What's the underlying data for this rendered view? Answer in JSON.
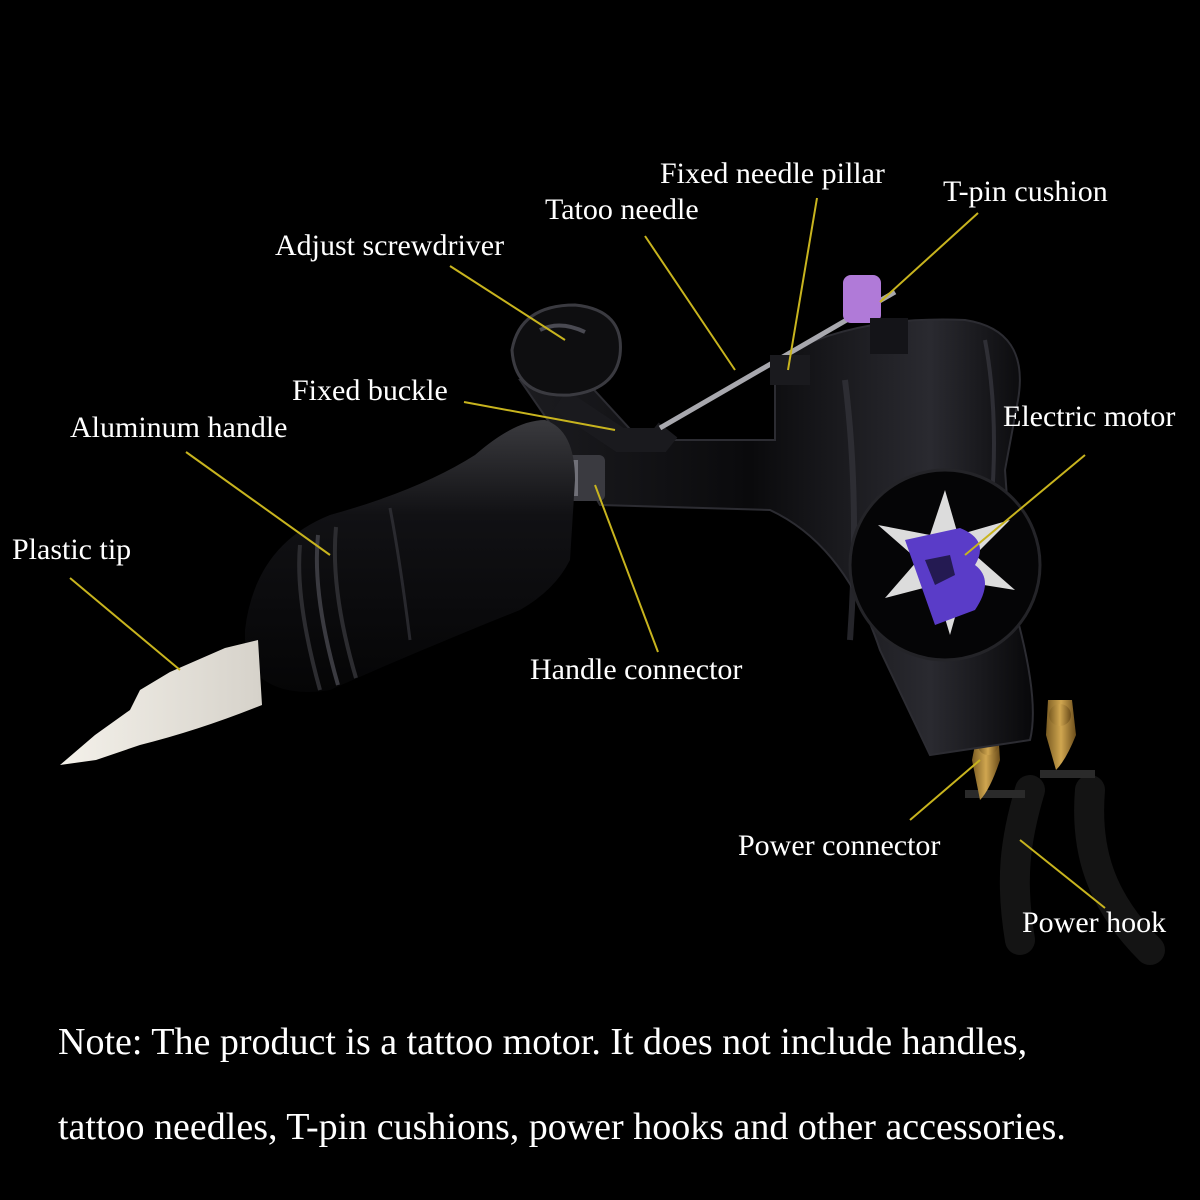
{
  "colors": {
    "background": "#000000",
    "text": "#ffffff",
    "leader_line": "#c8b41e",
    "body": "#0c0c0e",
    "cushion": "#b07ad8",
    "logo": "#5a3cc8",
    "brass": "#b08a3a",
    "tip": "#ece8e2"
  },
  "labels": {
    "fixed_needle_pillar": "Fixed needle pillar",
    "tatoo_needle": "Tatoo needle",
    "t_pin_cushion": "T-pin cushion",
    "adjust_screwdriver": "Adjust screwdriver",
    "fixed_buckle": "Fixed buckle",
    "aluminum_handle": "Aluminum handle",
    "electric_motor": "Electric motor",
    "plastic_tip": "Plastic tip",
    "handle_connector": "Handle connector",
    "power_connector": "Power connector",
    "power_hook": "Power hook"
  },
  "note": {
    "line1": "Note: The product is a tattoo motor. It does not include handles,",
    "line2": "tattoo needles, T-pin cushions, power hooks and other accessories."
  }
}
